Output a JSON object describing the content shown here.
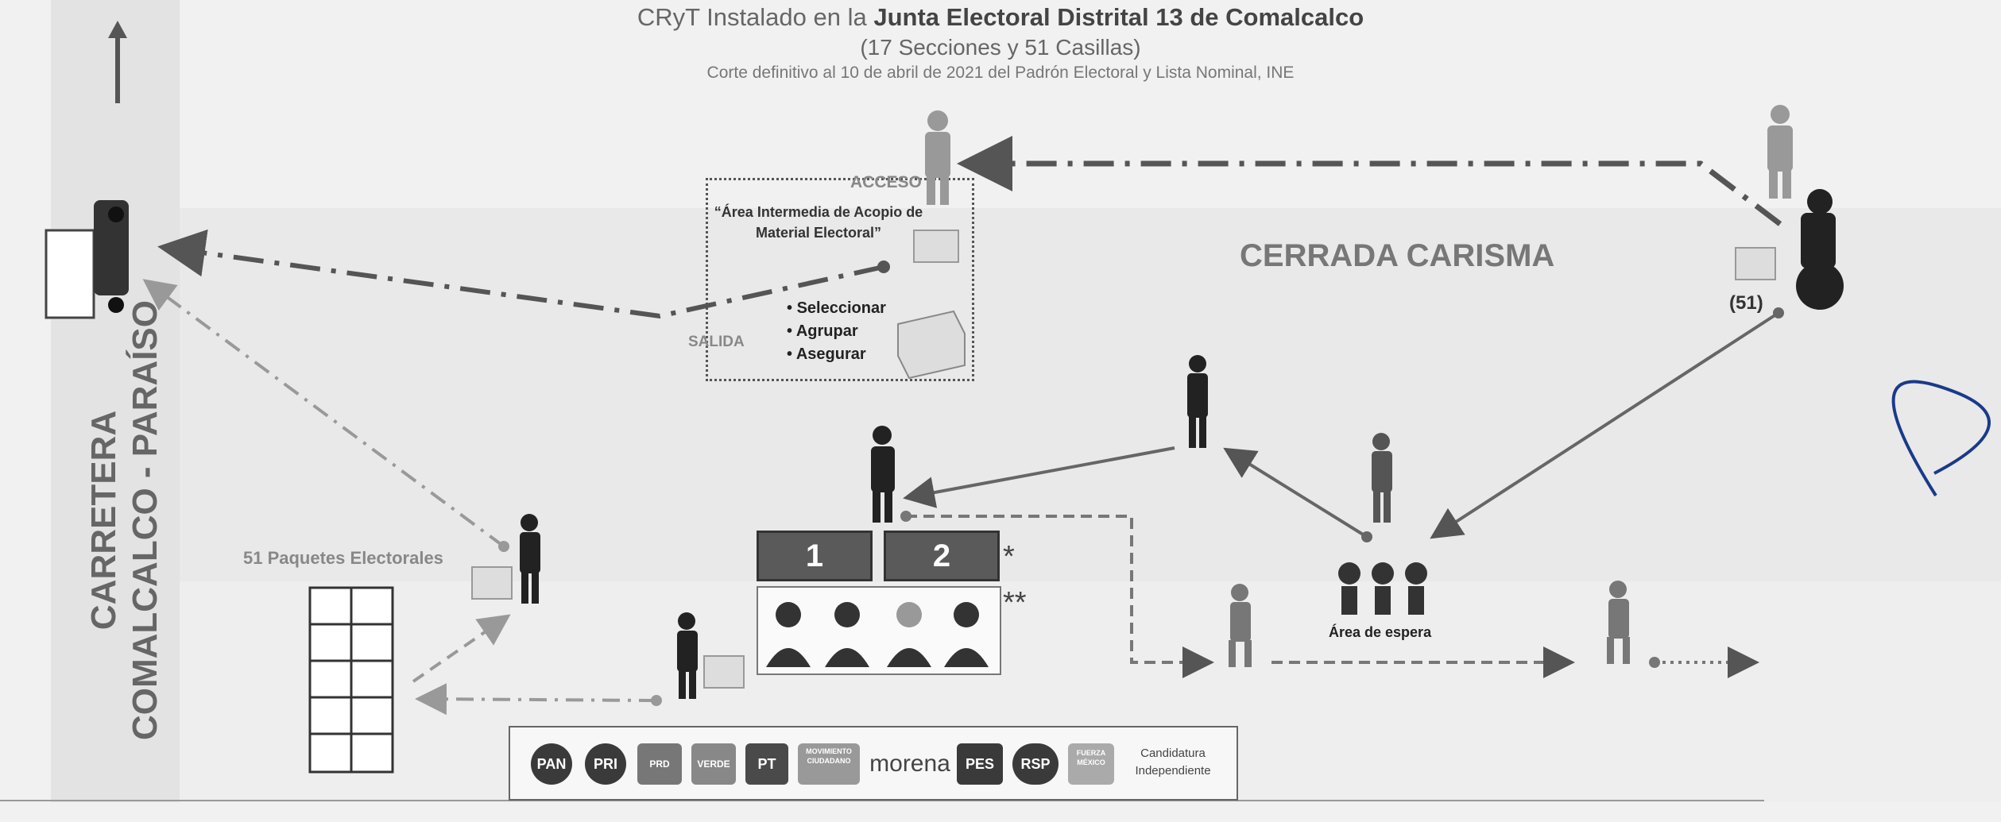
{
  "header": {
    "title_prefix": "CRyT Instalado en la",
    "title_strong": "Junta Electoral Distrital 13 de Comalcalco",
    "subtitle": "(17 Secciones y 51 Casillas)",
    "source": "Corte definitivo al 10 de abril de 2021 del Padrón Electoral y Lista  Nominal, INE"
  },
  "roads": {
    "vertical_line1": "CARRETERA",
    "vertical_line2": "COMALCALCO - PARAÍSO",
    "street": "CERRADA CARISMA"
  },
  "access_area": {
    "acceso": "ACCESO",
    "salida": "SALIDA",
    "name": "“Área Intermedia de Acopio de Material Electoral”",
    "tasks": [
      "Seleccionar",
      "Agrupar",
      "Asegurar"
    ]
  },
  "counts": {
    "arrivals": "(51)"
  },
  "storage": {
    "label": "51 Paquetes Electorales"
  },
  "desks": {
    "desk1": "1",
    "desk2": "2",
    "mark1": "*",
    "mark2": "**"
  },
  "waiting": {
    "label": "Área de espera"
  },
  "parties": {
    "items": [
      "PAN",
      "PRI",
      "PRD",
      "VERDE",
      "PT",
      "MOVIMIENTO CIUDADANO",
      "morena",
      "PES",
      "RSP",
      "FUERZA MÉXICO"
    ],
    "independent": "Candidatura Independiente"
  },
  "colors": {
    "arrow": "#555555",
    "light_arrow": "#999999",
    "desk_fill": "#5a5a5a"
  }
}
